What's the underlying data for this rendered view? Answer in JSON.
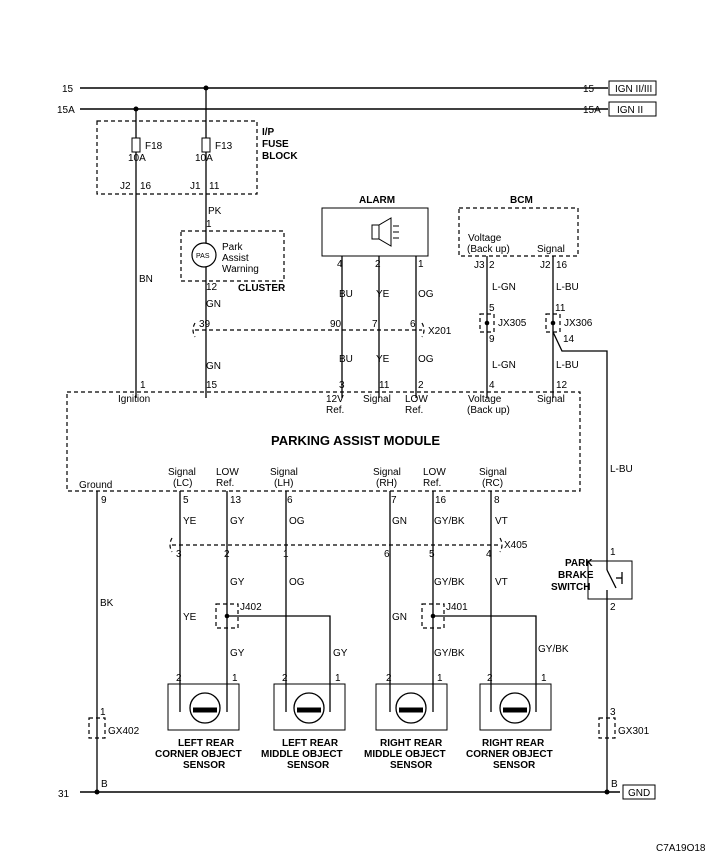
{
  "rails": {
    "r15": "15",
    "r15_right": "15",
    "r15_tag": "IGN II/III",
    "r15a": "15A",
    "r15a_right": "15A",
    "r15a_tag": "IGN II",
    "r31": "31",
    "gnd_tag": "GND",
    "b_left": "B",
    "b_right": "B"
  },
  "fuse_block": {
    "title_line1": "I/P",
    "title_line2": "FUSE",
    "title_line3": "BLOCK",
    "f18_name": "F18",
    "f18_rating": "10A",
    "f18_conn": "J2",
    "f18_pin": "16",
    "f13_name": "F13",
    "f13_rating": "10A",
    "f13_conn": "J1",
    "f13_pin": "11"
  },
  "cluster": {
    "pin_top": "1",
    "pin_bottom": "12",
    "pas": "PAS",
    "label_line1": "Park",
    "label_line2": "Assist",
    "label_line3": "Warning",
    "title": "CLUSTER"
  },
  "alarm": {
    "title": "ALARM",
    "pin4": "4",
    "pin2": "2",
    "pin1": "1"
  },
  "bcm": {
    "title": "BCM",
    "voltage_line1": "Voltage",
    "voltage_line2": "(Back up)",
    "signal": "Signal",
    "j3": "J3",
    "j3_pin": "2",
    "j2": "J2",
    "j2_pin": "16"
  },
  "wires": {
    "pk": "PK",
    "bn": "BN",
    "gn_upper": "GN",
    "gn_lower": "GN",
    "bu_upper": "BU",
    "ye_upper": "YE",
    "og_upper": "OG",
    "bu_lower": "BU",
    "ye_lower": "YE",
    "og_lower": "OG",
    "lgn_upper": "L-GN",
    "lbu_upper": "L-BU",
    "lgn_lower": "L-GN",
    "lbu_lower": "L-BU",
    "lbu_long": "L-BU",
    "bk": "BK",
    "ye_s1": "YE",
    "gy_s1": "GY",
    "og_s1": "OG",
    "gn_s1": "GN",
    "gybk_s1": "GY/BK",
    "vt_s1": "VT",
    "gy_s2": "GY",
    "og_s2": "OG",
    "gybk_s2": "GY/BK",
    "vt_s2": "VT",
    "ye_s3": "YE",
    "gy_s3": "GY",
    "gn_s3": "GN",
    "gybk_s3": "GY/BK",
    "gy_right1": "GY",
    "gybk_right4": "GY/BK"
  },
  "connectors": {
    "x201": "X201",
    "x201_39": "39",
    "x201_90": "90",
    "x201_7": "7",
    "x201_6": "6",
    "jx305": "JX305",
    "jx305_top": "5",
    "jx305_bottom": "9",
    "jx306": "JX306",
    "jx306_top": "11",
    "jx306_bottom": "14",
    "x405": "X405",
    "x405_3": "3",
    "x405_2": "2",
    "x405_1": "1",
    "x405_6": "6",
    "x405_5": "5",
    "x405_4": "4",
    "j402": "J402",
    "j401": "J401",
    "gx402": "GX402",
    "gx402_pin": "1",
    "gx301": "GX301",
    "gx301_pin": "3"
  },
  "module": {
    "title": "PARKING ASSIST MODULE",
    "p1": "1",
    "p15": "15",
    "p3": "3",
    "p11": "11",
    "p2": "2",
    "p4": "4",
    "p12": "12",
    "ignition": "Ignition",
    "v12_line1": "12V",
    "v12_line2": "Ref.",
    "signal_top": "Signal",
    "low_line1": "LOW",
    "low_line2": "Ref.",
    "voltage_line1": "Voltage",
    "voltage_line2": "(Back up)",
    "signal_right": "Signal",
    "ground": "Ground",
    "p9": "9",
    "b5": "5",
    "b13": "13",
    "b6": "6",
    "b7": "7",
    "b16": "16",
    "b8": "8",
    "sig_lc_1": "Signal",
    "sig_lc_2": "(LC)",
    "low_a_1": "LOW",
    "low_a_2": "Ref.",
    "sig_lh_1": "Signal",
    "sig_lh_2": "(LH)",
    "sig_rh_1": "Signal",
    "sig_rh_2": "(RH)",
    "low_b_1": "LOW",
    "low_b_2": "Ref.",
    "sig_rc_1": "Signal",
    "sig_rc_2": "(RC)"
  },
  "brake_switch": {
    "line1": "PARK",
    "line2": "BRAKE",
    "line3": "SWITCH",
    "pin1": "1",
    "pin2": "2"
  },
  "sensors": [
    {
      "pin_a": "2",
      "pin_b": "1",
      "line1": "LEFT REAR",
      "line2": "CORNER OBJECT",
      "line3": "SENSOR"
    },
    {
      "pin_a": "2",
      "pin_b": "1",
      "line1": "LEFT REAR",
      "line2": "MIDDLE OBJECT",
      "line3": "SENSOR"
    },
    {
      "pin_a": "2",
      "pin_b": "1",
      "line1": "RIGHT REAR",
      "line2": "MIDDLE OBJECT",
      "line3": "SENSOR"
    },
    {
      "pin_a": "2",
      "pin_b": "1",
      "line1": "RIGHT REAR",
      "line2": "CORNER OBJECT",
      "line3": "SENSOR"
    }
  ],
  "figure_code": "C7A19O18"
}
